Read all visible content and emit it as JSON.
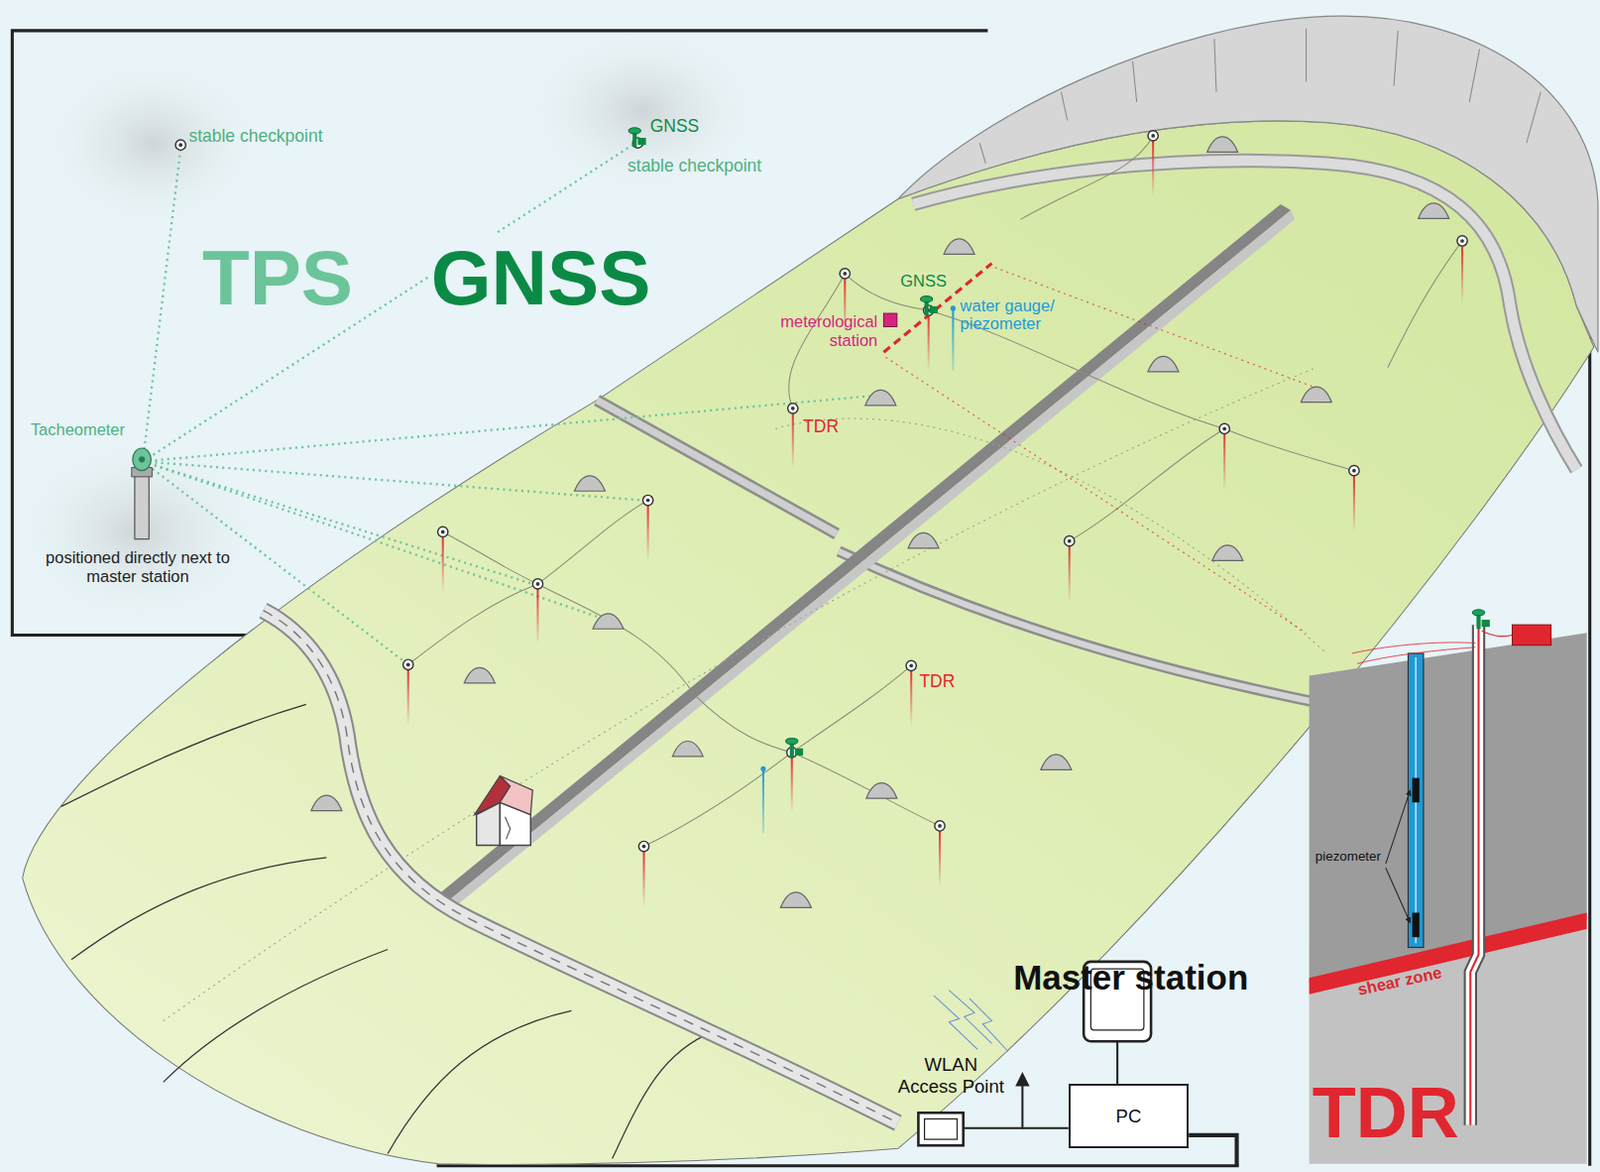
{
  "diagram": {
    "nodes": [
      {
        "text": [
          "PC"
        ]
      }
    ],
    "labels": [
      "stable checkpoint",
      "GNSS",
      "stable checkpoint",
      "TPS",
      "GNSS",
      "Tacheometer",
      "positioned directly next to master station",
      "GNSS",
      "meterological station",
      "water gauge/ piezometer",
      "TDR",
      "TDR",
      "piezometer",
      "shear zone",
      "Master station",
      "WLAN Access Point",
      "TDR"
    ]
  }
}
